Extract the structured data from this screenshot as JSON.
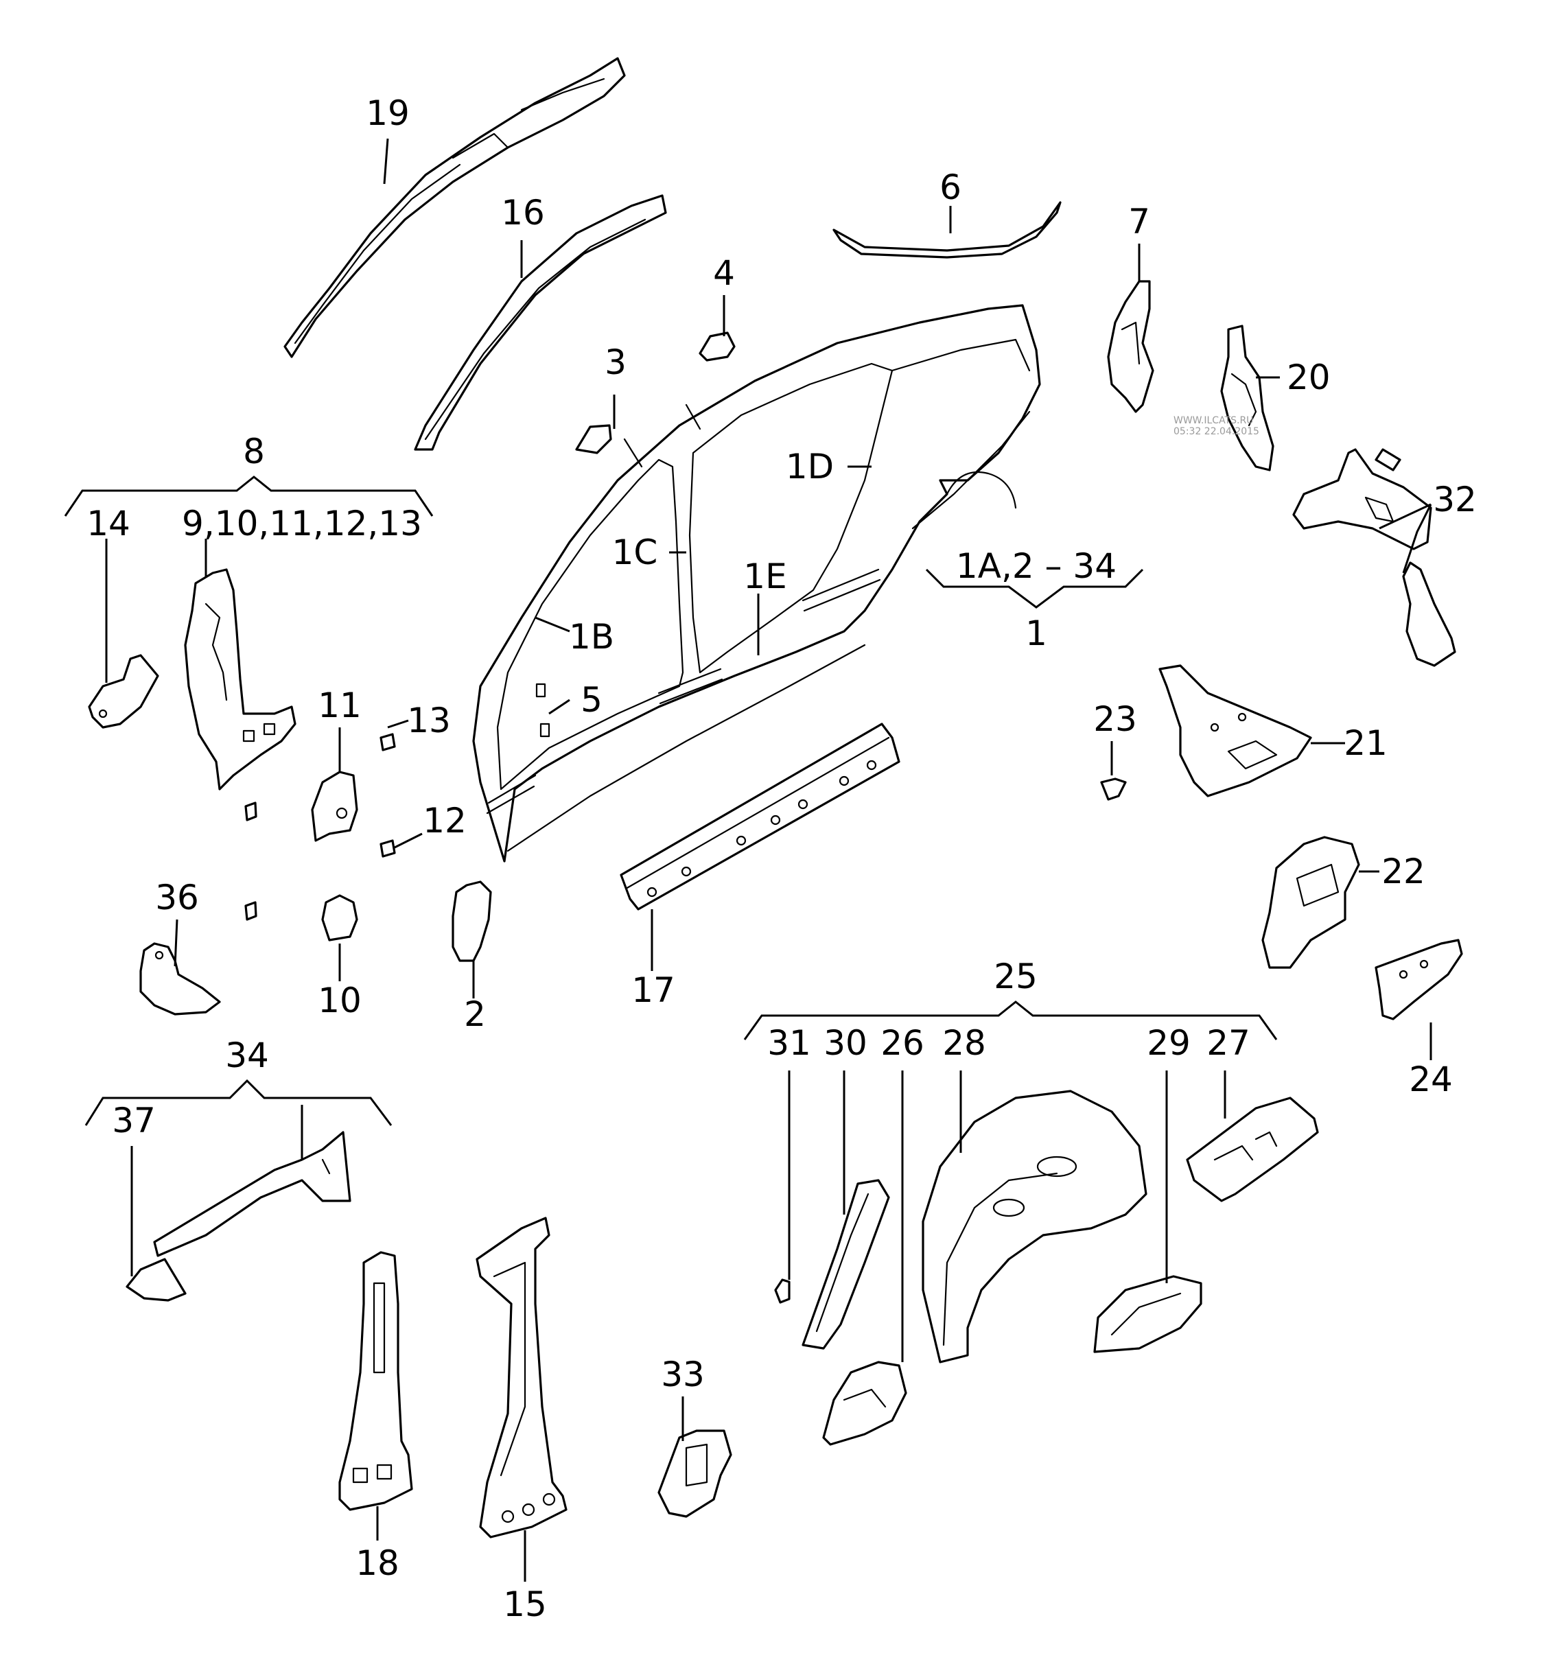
{
  "labels": {
    "l19": "19",
    "l16": "16",
    "l6": "6",
    "l7": "7",
    "l4": "4",
    "l3": "3",
    "l20": "20",
    "l1D": "1D",
    "l32": "32",
    "l8": "8",
    "l14": "14",
    "l9_13": "9,10,11,12,13",
    "l1C": "1C",
    "l1E": "1E",
    "l1A_34": "1A,2 – 34",
    "l1": "1",
    "l1B": "1B",
    "l5": "5",
    "l11": "11",
    "l13": "13",
    "l23": "23",
    "l21": "21",
    "l12": "12",
    "l22": "22",
    "l36": "36",
    "l10": "10",
    "l2": "2",
    "l17": "17",
    "l25": "25",
    "l34": "34",
    "l31": "31",
    "l30": "30",
    "l26": "26",
    "l28": "28",
    "l29": "29",
    "l27": "27",
    "l24": "24",
    "l37": "37",
    "l33": "33",
    "l18": "18",
    "l15": "15"
  },
  "watermark": {
    "line1": "WWW.ILCATS.RU",
    "line2": "05:32 22.04.2015"
  }
}
